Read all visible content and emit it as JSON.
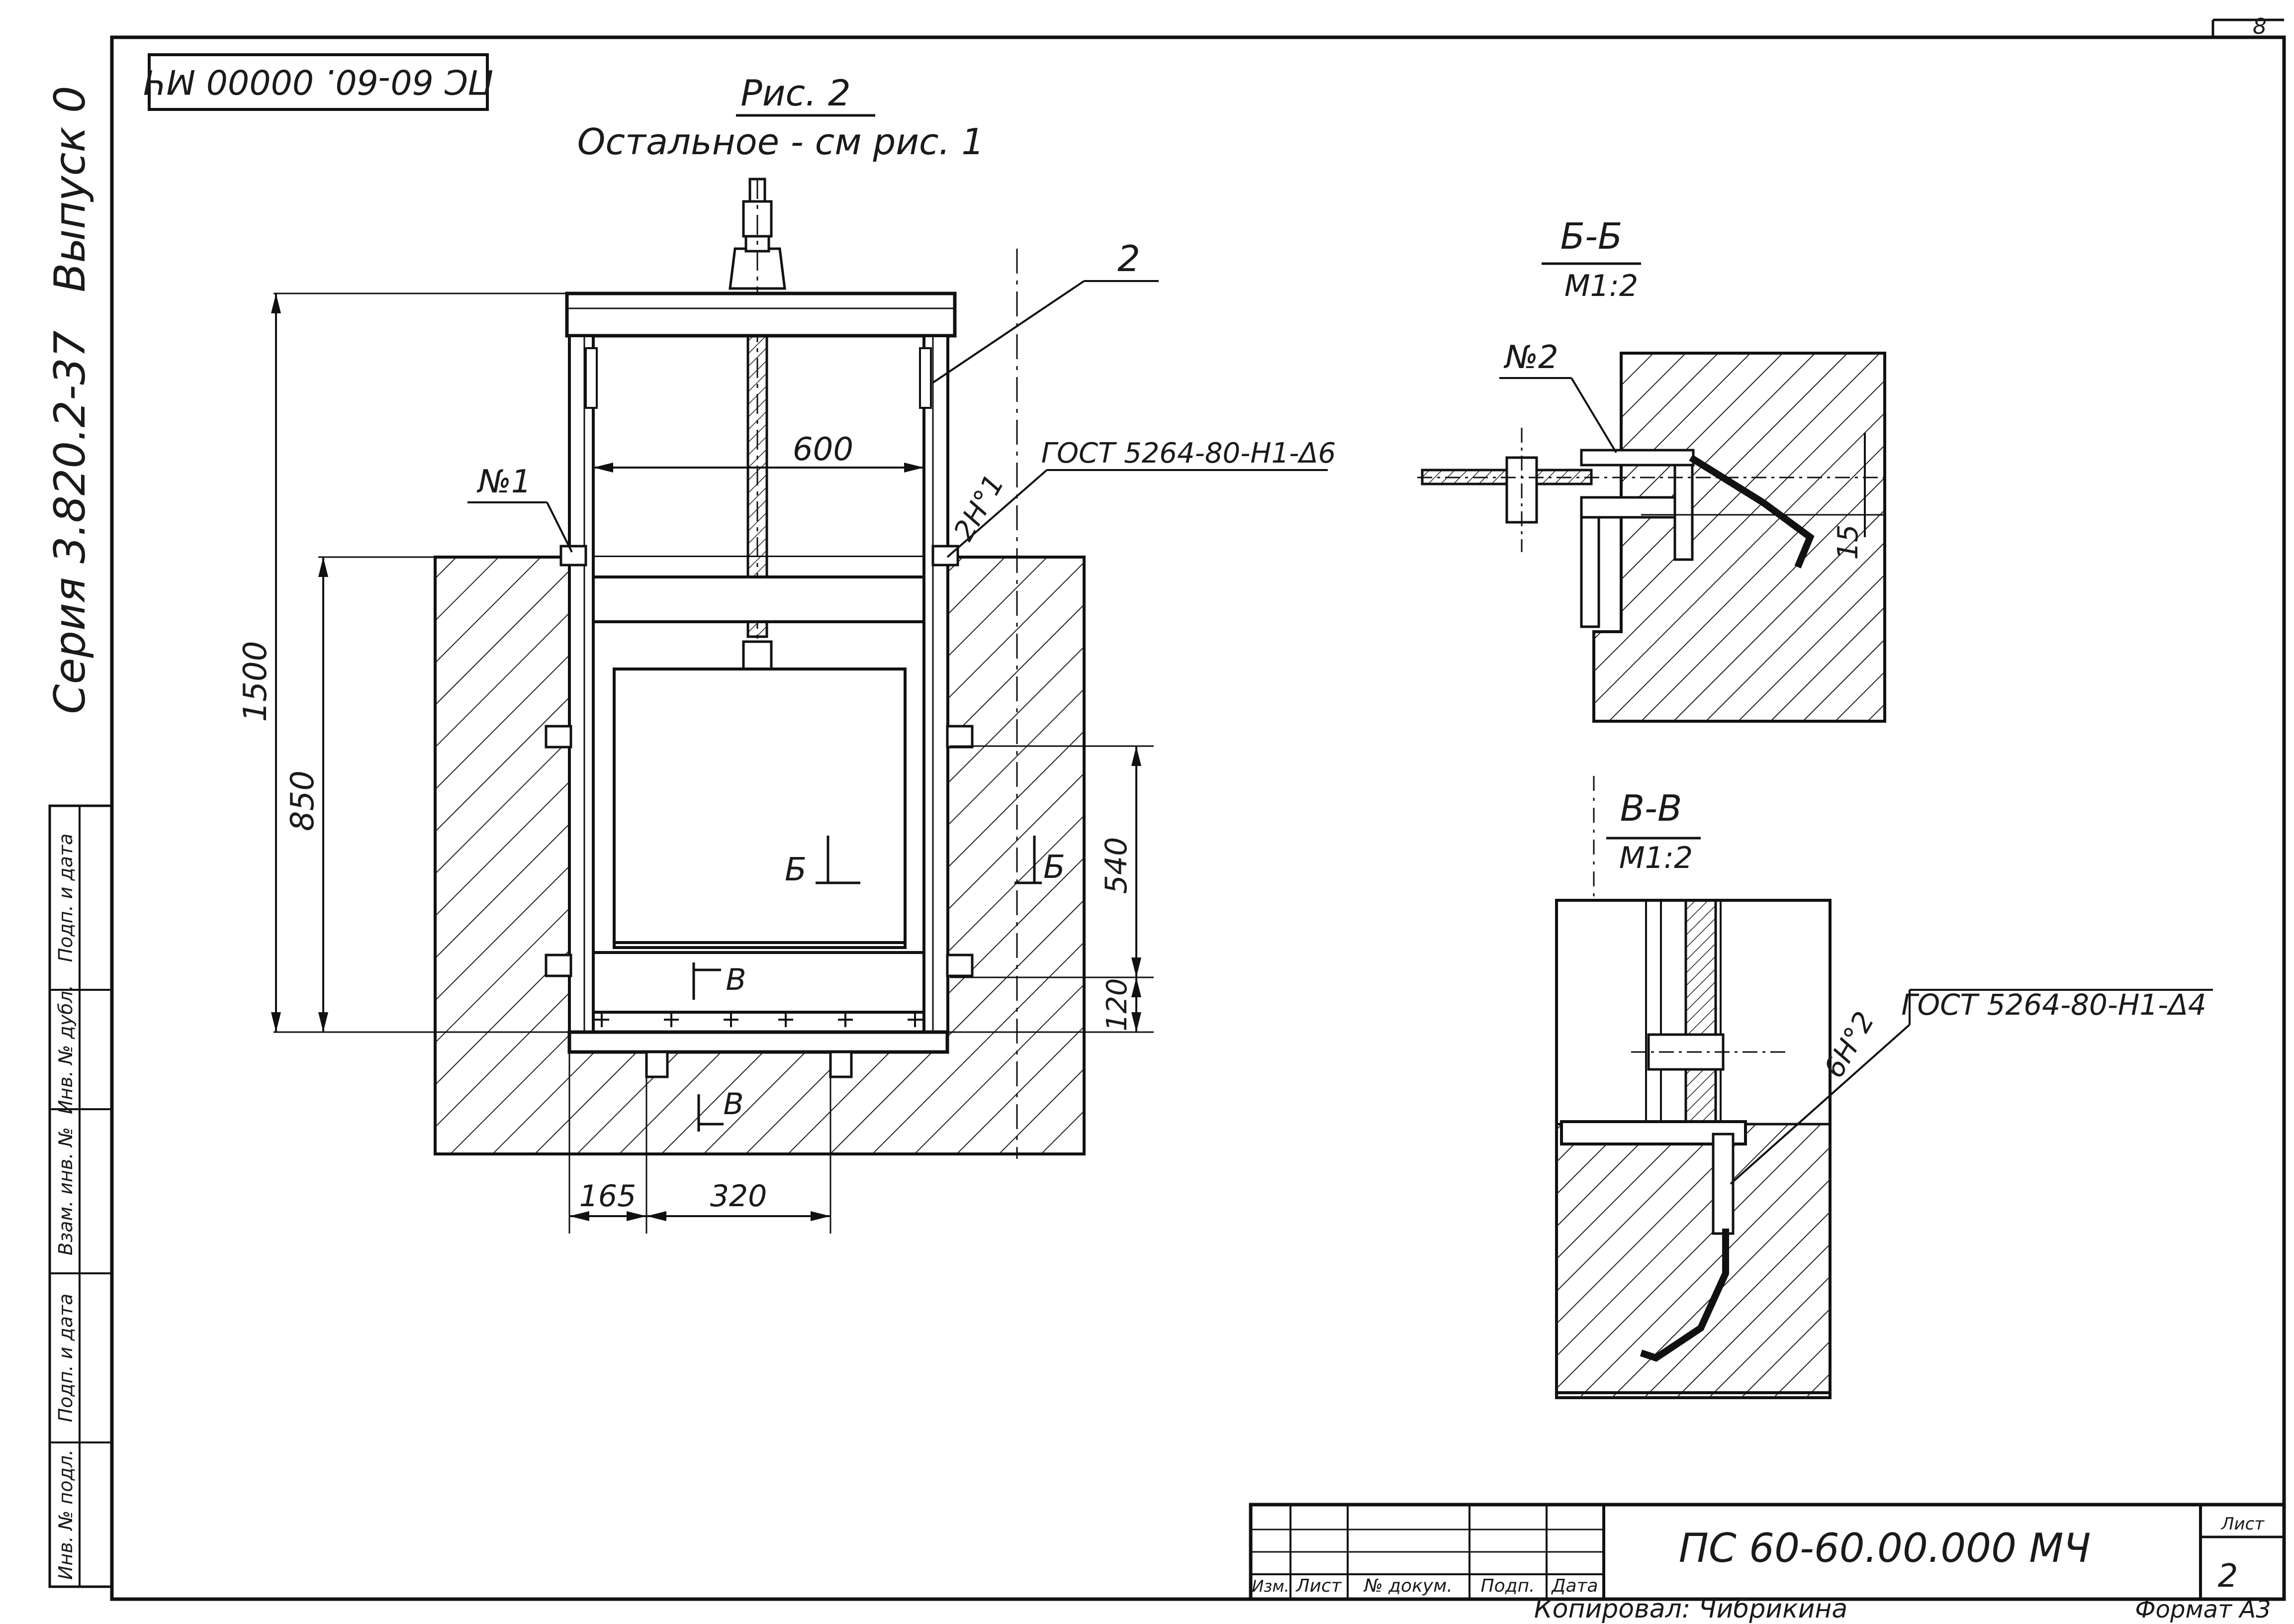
{
  "sheet": {
    "sheet_no_corner": "8",
    "designation_rotated": "ПС 60-60. 00000 МЧ",
    "side_series": "Серия 3.820.2-37",
    "side_issue": "Выпуск 0",
    "side_columns": [
      "Инв. № подл.",
      "Подп. и дата",
      "Взам. инв. №",
      "Инв. № дубл.",
      "Подп. и дата"
    ]
  },
  "figure": {
    "title": "Рис. 2",
    "subtitle": "Остальное - см рис. 1",
    "leader_2": "2",
    "label_n1": "№1",
    "label_2n1": "2Н°1",
    "weld_note_top": "ГОСТ 5264-80-Н1-Δ6",
    "dim_600": "600",
    "dim_1500": "1500",
    "dim_850": "850",
    "dim_540": "540",
    "dim_120": "120",
    "dim_165": "165",
    "dim_320": "320",
    "section_b_mark": "Б",
    "section_v_mark": "В"
  },
  "section_bb": {
    "title": "Б-Б",
    "scale": "М1:2",
    "label_n2": "№2",
    "dim_15": "15"
  },
  "section_vv": {
    "title": "В-В",
    "scale": "М1:2",
    "label_6n2": "6Н°2",
    "weld_note": "ГОСТ 5264-80-Н1-Δ4"
  },
  "title_block": {
    "col_izm": "Изм.",
    "col_list": "Лист",
    "col_doc": "№ докум.",
    "col_podp": "Подп.",
    "col_data": "Дата",
    "designation": "ПС 60-60.00.000 МЧ",
    "sheet_label": "Лист",
    "sheet_number": "2",
    "copied_by": "Копировал: Чибрикина",
    "format": "Формат А3"
  }
}
